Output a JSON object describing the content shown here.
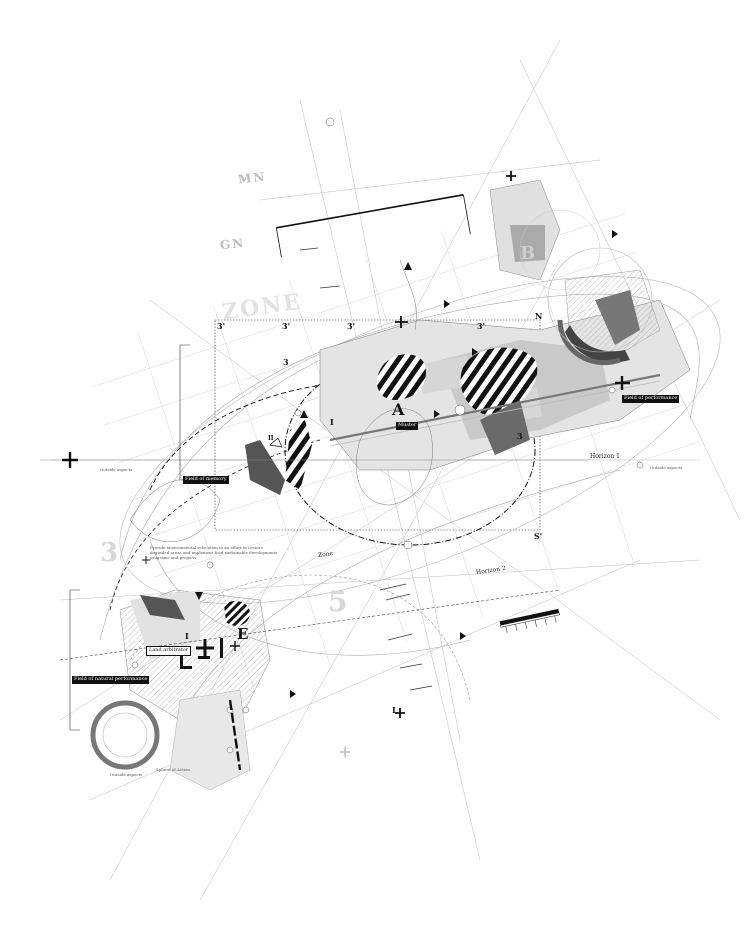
{
  "labels": {
    "mn": "MN",
    "gn": "GN",
    "zone_ghost": "ZONE",
    "horizon_1": "Horizon 1",
    "horizon_2": "Horizon 2",
    "zone_label": "Zone",
    "field_of_memory": "Field of memory",
    "field_of_performance": "Field of performance",
    "field_of_natural_performance": "Field of natural performance",
    "land_arbitrator": "Land arbitrator",
    "muster": "Muster",
    "zone_n": "N",
    "point_a": "A",
    "point_e": "E",
    "grid_3": "3",
    "grid_3_prime": "3'",
    "grid_s_prime": "S'",
    "ghost_3": "3",
    "ghost_5": "5",
    "ghost_b": "B",
    "roman_1": "I",
    "roman_2": "II",
    "outside_aspects": "Outside aspects",
    "sphere_of_action": "Sphere of Action"
  },
  "annotation_text": "Provide environmental relocation in an effort to restore degraded areas and implement food sustainable developments programs and projects",
  "colors": {
    "ink": "#111111",
    "line": "#555555",
    "light": "#bdbdbd",
    "fill_grey": "#a8a8a8",
    "fill_dark": "#555555",
    "fill_light": "#dcdcdc"
  }
}
